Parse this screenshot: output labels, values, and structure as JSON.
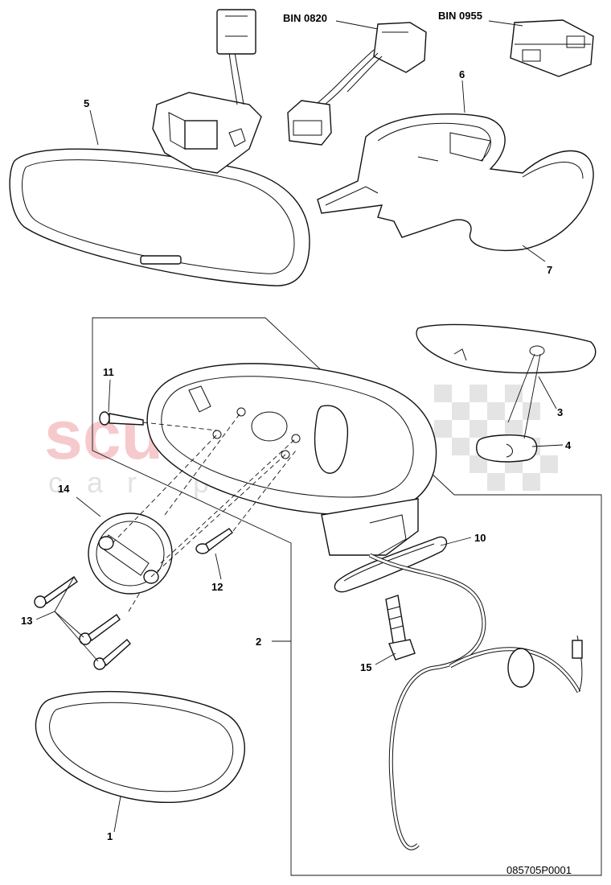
{
  "watermark": {
    "brand": "scuderia",
    "sub": "car parts"
  },
  "bins": [
    {
      "id": "bin-0820",
      "text": "BIN 0820"
    },
    {
      "id": "bin-0955",
      "text": "BIN 0955"
    }
  ],
  "callouts": [
    {
      "id": "1",
      "text": "1"
    },
    {
      "id": "2",
      "text": "2"
    },
    {
      "id": "3",
      "text": "3"
    },
    {
      "id": "4",
      "text": "4"
    },
    {
      "id": "5",
      "text": "5"
    },
    {
      "id": "6",
      "text": "6"
    },
    {
      "id": "7",
      "text": "7"
    },
    {
      "id": "10",
      "text": "10"
    },
    {
      "id": "11",
      "text": "11"
    },
    {
      "id": "12",
      "text": "12"
    },
    {
      "id": "13",
      "text": "13"
    },
    {
      "id": "14",
      "text": "14"
    },
    {
      "id": "15",
      "text": "15"
    }
  ],
  "drawing_code": "085705P0001"
}
